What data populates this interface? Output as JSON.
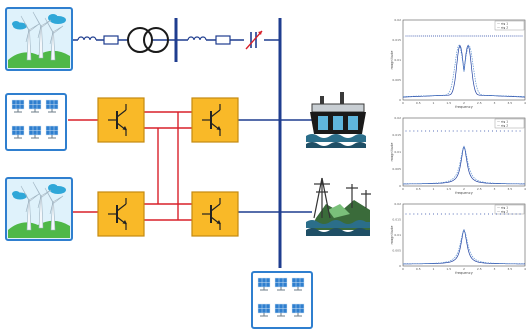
{
  "colors": {
    "bus_blue": "#1f3d8f",
    "ac_line": "#1f3d8f",
    "dc_line": "#d8202a",
    "converter_fill": "#f9b928",
    "converter_border": "#c48a10",
    "panel_blue": "#2f7fcf",
    "sky": "#dff2fb",
    "hill": "#4fb848",
    "water": "#2b6e8a",
    "plot_series_1": "#1f3fa0",
    "plot_series_2": "#5a8fd0"
  },
  "icons": [
    "wind-farm-icon",
    "solar-panel-array-icon",
    "transformer-icon",
    "inductor-icon",
    "resistor-icon",
    "variable-capacitor-icon",
    "hydro-dam-icon",
    "substation-icon"
  ],
  "plots": [
    {
      "legend": [
        "— sig 1",
        "— sig 2"
      ],
      "ylabel": "magnitude",
      "xlabel": "frequency",
      "xticks": [
        "0",
        "0.5",
        "1",
        "1.5",
        "2",
        "2.5",
        "3",
        "3.5",
        "4"
      ],
      "yticks": [
        "0",
        "0.005",
        "0.01",
        "0.015",
        "0.02"
      ]
    },
    {
      "legend": [
        "— sig 1",
        "— sig 2"
      ],
      "ylabel": "magnitude",
      "xlabel": "frequency",
      "xticks": [
        "0",
        "0.5",
        "1",
        "1.5",
        "2",
        "2.5",
        "3",
        "3.5",
        "4"
      ],
      "yticks": [
        "0",
        "0.005",
        "0.01",
        "0.015",
        "0.02"
      ]
    },
    {
      "legend": [
        "— sig 1",
        "— sig 2"
      ],
      "ylabel": "magnitude",
      "xlabel": "frequency",
      "xticks": [
        "0",
        "0.5",
        "1",
        "1.5",
        "2",
        "2.5",
        "3",
        "3.5",
        "4"
      ],
      "yticks": [
        "0",
        "0.005",
        "0.01",
        "0.015",
        "0.02"
      ]
    }
  ]
}
